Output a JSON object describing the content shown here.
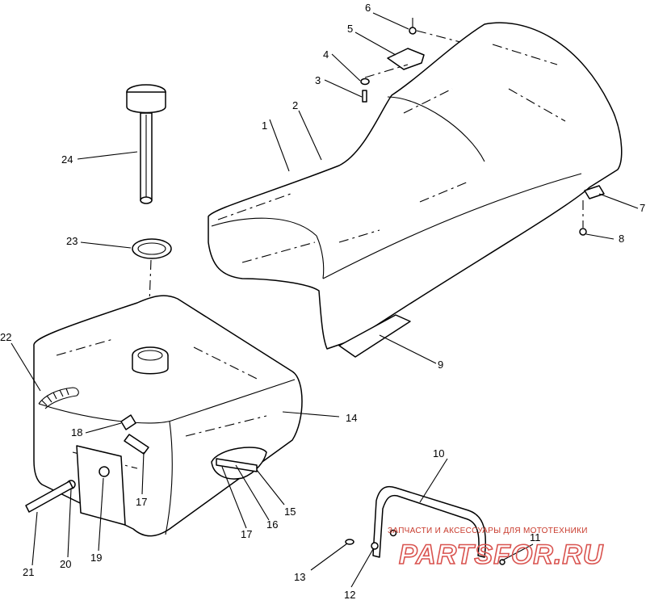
{
  "callouts": {
    "c1": "1",
    "c2": "2",
    "c3": "3",
    "c4": "4",
    "c5": "5",
    "c6": "6",
    "c7": "7",
    "c8": "8",
    "c9": "9",
    "c10": "10",
    "c11": "11",
    "c12": "12",
    "c13": "13",
    "c14": "14",
    "c15": "15",
    "c16": "16",
    "c17a": "17",
    "c17b": "17",
    "c18": "18",
    "c19": "19",
    "c20": "20",
    "c21": "21",
    "c22": "22",
    "c23": "23",
    "c24": "24"
  },
  "watermark": {
    "tagline": "ЗАПЧАСТИ И АКСЕССУАРЫ ДЛЯ МОТОТЕХНИКИ",
    "logo": "PARTSFOR.RU"
  },
  "colors": {
    "line": "#000000",
    "background": "#ffffff",
    "watermark": "#d9534f"
  }
}
